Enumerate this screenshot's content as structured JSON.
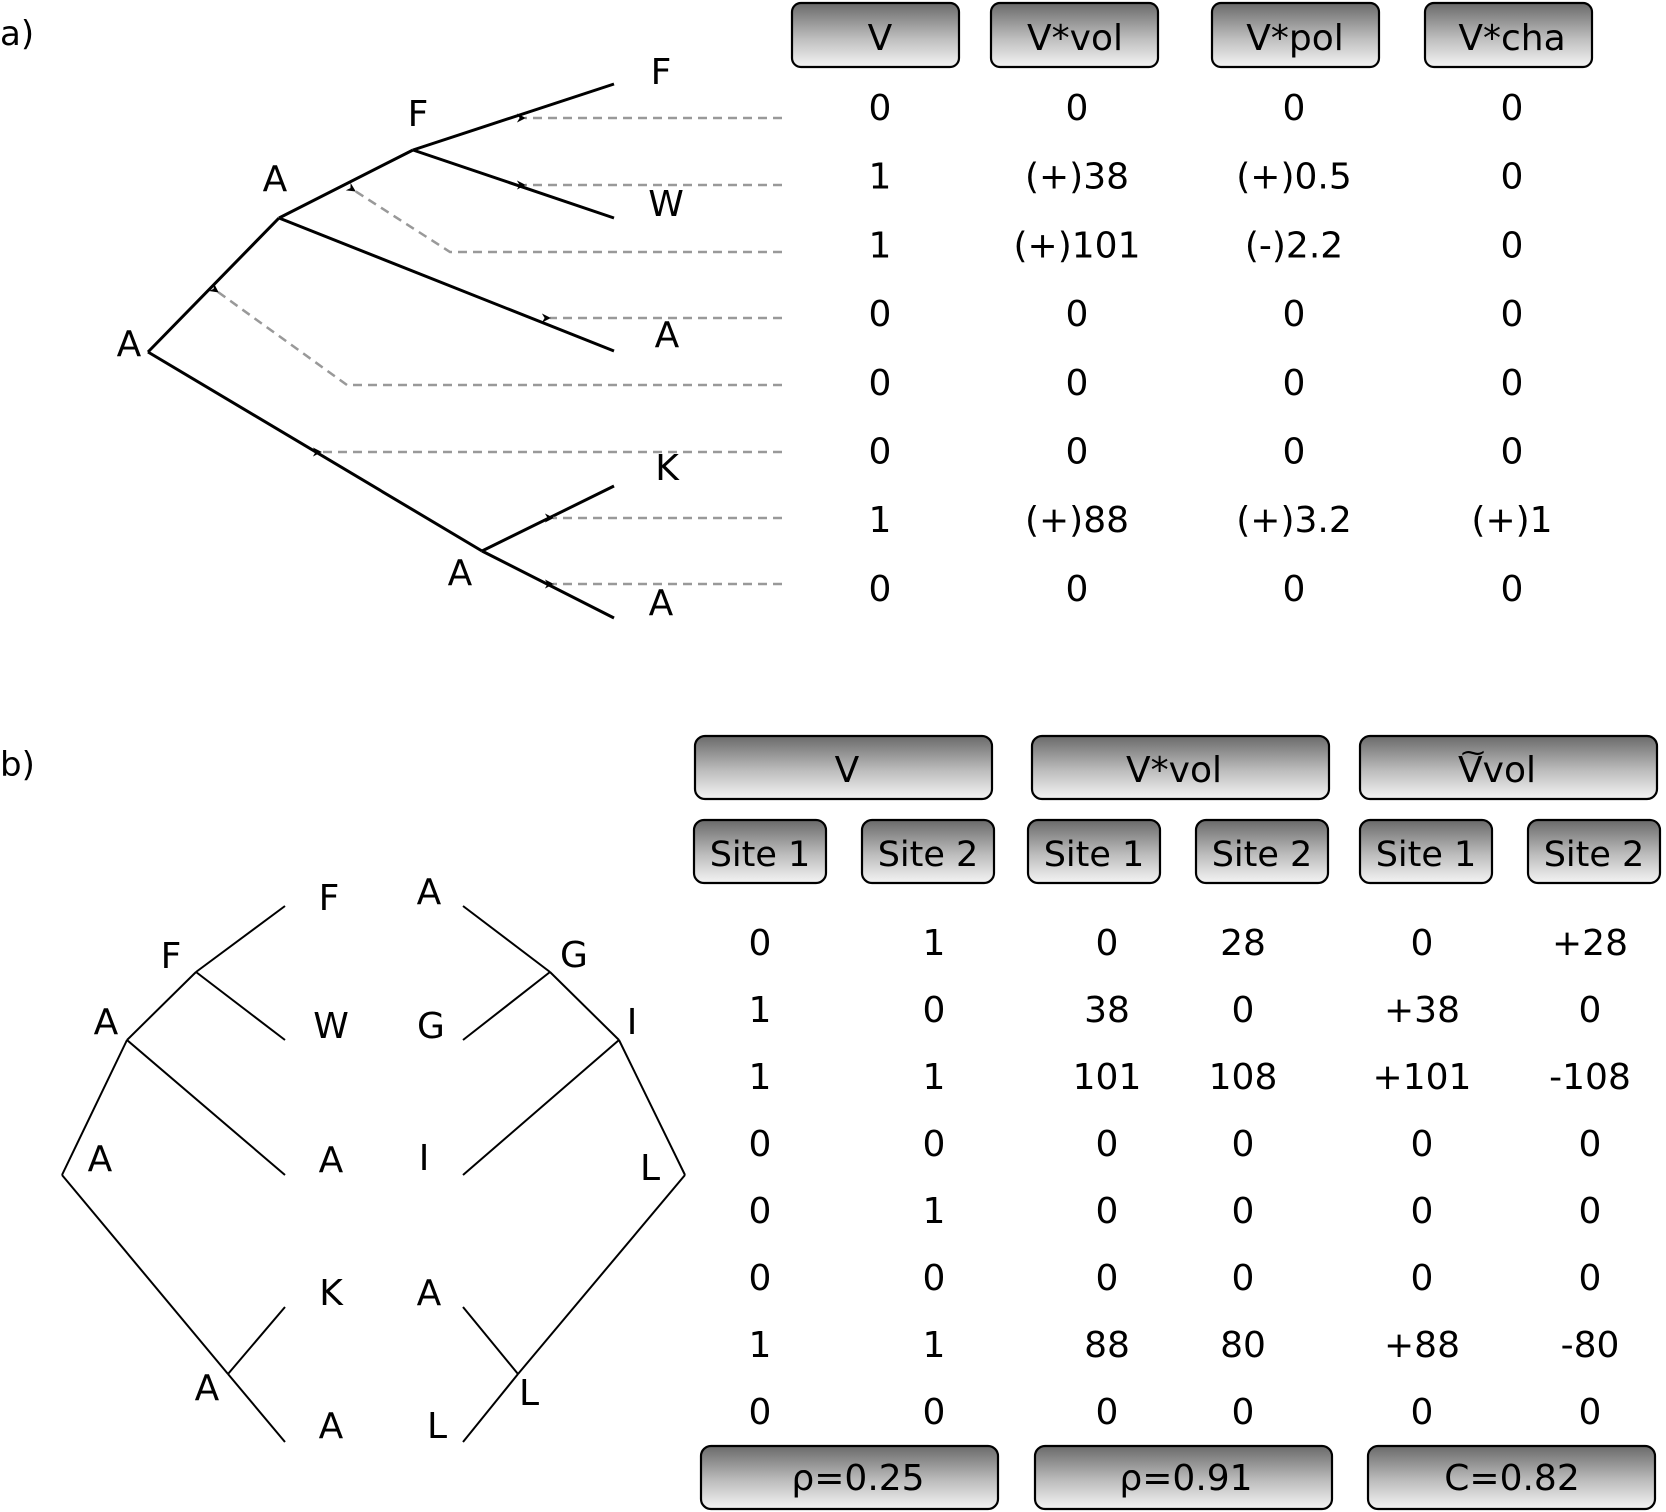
{
  "panel_a": {
    "label": "a)",
    "tree_labels": {
      "root": "A",
      "inner_upper": "A",
      "inner_top": "F",
      "inner_lower": "A",
      "leaves": [
        "F",
        "W",
        "A",
        "K",
        "A"
      ]
    },
    "headers": [
      "V",
      "V*vol",
      "V*pol",
      "V*cha"
    ],
    "rows": [
      [
        "0",
        "0",
        "0",
        "0"
      ],
      [
        "1",
        "(+)38",
        "(+)0.5",
        "0"
      ],
      [
        "1",
        "(+)101",
        "(-)2.2",
        "0"
      ],
      [
        "0",
        "0",
        "0",
        "0"
      ],
      [
        "0",
        "0",
        "0",
        "0"
      ],
      [
        "0",
        "0",
        "0",
        "0"
      ],
      [
        "1",
        "(+)88",
        "(+)3.2",
        "(+)1"
      ],
      [
        "0",
        "0",
        "0",
        "0"
      ]
    ]
  },
  "panel_b": {
    "label": "b)",
    "left_tree_labels": {
      "root": "A",
      "inner_upper": "A",
      "inner_top": "F",
      "inner_lower": "A",
      "leaves": [
        "F",
        "W",
        "A",
        "K",
        "A"
      ]
    },
    "right_tree_labels": {
      "root": "L",
      "inner_upper": "I",
      "inner_top": "G",
      "inner_lower": "L",
      "leaves": [
        "A",
        "G",
        "I",
        "A",
        "L"
      ]
    },
    "group_headers": [
      "V",
      "V*vol",
      "Vvol"
    ],
    "tilde_mark": "~",
    "site_headers": [
      "Site 1",
      "Site 2",
      "Site 1",
      "Site 2",
      "Site 1",
      "Site 2"
    ],
    "rows": [
      [
        "0",
        "1",
        "0",
        "28",
        "0",
        "+28"
      ],
      [
        "1",
        "0",
        "38",
        "0",
        "+38",
        "0"
      ],
      [
        "1",
        "1",
        "101",
        "108",
        "+101",
        "-108"
      ],
      [
        "0",
        "0",
        "0",
        "0",
        "0",
        "0"
      ],
      [
        "0",
        "1",
        "0",
        "0",
        "0",
        "0"
      ],
      [
        "0",
        "0",
        "0",
        "0",
        "0",
        "0"
      ],
      [
        "1",
        "1",
        "88",
        "80",
        "+88",
        "-80"
      ],
      [
        "0",
        "0",
        "0",
        "0",
        "0",
        "0"
      ]
    ],
    "footers": [
      "ρ=0.25",
      "ρ=0.91",
      "C=0.82"
    ]
  }
}
